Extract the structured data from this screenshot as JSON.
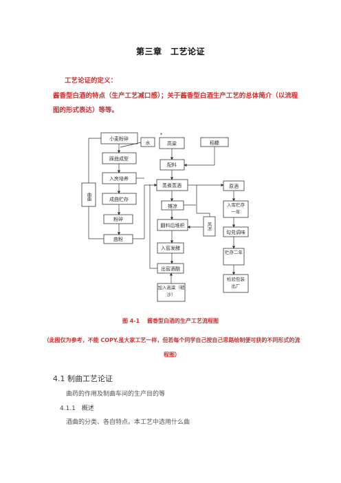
{
  "page": {
    "chapter_title": "第三章　工艺论证",
    "definition_heading": "工艺论证的定义：",
    "definition_body": "酱香型白酒的特点（生产工艺减口感）；关于酱香型白酒生产工艺的总体简介（以流程图的形式表达）等等。",
    "figure_caption": "图 4-1　 酱香型白酒的生产工艺流程图",
    "figure_note": "（此图仅为参考，不能 COPY.虽大家工艺一样，但若每个同学自己按自己思路绘制便可获的不同形式的流程图）",
    "section_title": "4.1 制曲工艺论证",
    "section_body": "曲药的作用及制曲车间的生产目的等",
    "subsection_title": "4.1.1　概述",
    "subsection_body": "酒曲的分类、各自特点。本工艺中选用什么曲"
  },
  "flowchart": {
    "boxes": {
      "wheat": "小麦粉碎",
      "mold": "踩曲成型",
      "room": "入房培养",
      "store": "成曲贮存",
      "grind": "粉碎",
      "powder": "曲粉",
      "qu": "曲曲",
      "water": "水",
      "sorghum": "高粱",
      "husk": "稻糠",
      "mix": "配料",
      "distill": "蒸煮蒸酒",
      "cool": "摊凉",
      "stack": "翻料后堆积",
      "ferment": "入窖发酵",
      "out": "出窖酒醅",
      "add": "加入高粱（糙沙）",
      "wind": "风凉",
      "raw": "原酒",
      "tank": "入库贮存一年",
      "blend": "勾兑调味",
      "age": "贮存二年",
      "pack": "检验包装出厂"
    },
    "star": "*"
  }
}
